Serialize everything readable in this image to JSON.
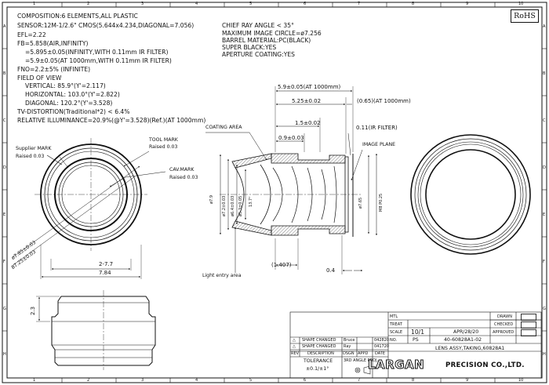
{
  "rohs": "RoHS",
  "grid": {
    "columns": [
      "1",
      "2",
      "3",
      "4",
      "5",
      "6",
      "7",
      "8",
      "9",
      "10"
    ],
    "rows": [
      "A",
      "B",
      "C",
      "D",
      "E",
      "F",
      "G",
      "H"
    ]
  },
  "spec_left": [
    "COMPOSITION:6 ELEMENTS,ALL PLASTIC",
    "SENSOR:12M-1/2.6\" CMOS(5.644x4.234,DIAGONAL=7.056)",
    "EFL=2.22",
    "FB=5.858(AIR,INFINITY)",
    "=5.895±0.05(INFINITY,WITH 0.11mm IR FILTER)",
    "=5.9±0.05(AT 1000mm,WITH 0.11mm IR FILTER)",
    "FNO=2.2±5% (INFINITE)",
    "FIELD OF VIEW",
    "VERTICAL: 85.9°(Y'=2.117)",
    "HORIZONTAL: 103.0°(Y'=2.822)",
    "DIAGONAL: 120.2°(Y'=3.528)",
    "TV-DISTORTION(Traditional*2) < 6.4%",
    "RELATIVE ILLUMINANCE=20.9%(@Y'=3.528)(Ref.)(AT 1000mm)"
  ],
  "spec_right": [
    "CHIEF RAY ANGLE < 35°",
    "MAXIMUM IMAGE CIRCLE=ø7.256",
    "BARREL MATERIAL:PC(BLACK)",
    "SUPER BLACK:YES",
    "APERTURE COATING:YES"
  ],
  "front_view": {
    "supplier_mark": "Supplier MARK",
    "supplier_raised": "Raised 0.03",
    "tool_mark": "TOOL MARK",
    "tool_raised": "Raised 0.03",
    "cav_mark": "CAV.MARK",
    "cav_raised": "Raised 0.03",
    "dia_outer": "ø7.85±0.03",
    "dia_inner": "ø7.25±0.03",
    "dim_width_inner": "2-7.7",
    "dim_width_outer": "7.84"
  },
  "side_view": {
    "dim_height": "2.3"
  },
  "section_view": {
    "dim_total": "5.9±0.05(AT 1000mm)",
    "dim_barrel": "5.25±0.02",
    "dim_gap": "(0.65)(AT 1000mm)",
    "dim_15": "1.5±0.02",
    "dim_09": "0.9±0.03",
    "ir_filter": "0.11(IR FILTER)",
    "coating_area": "COATING AREA",
    "image_plane": "IMAGE PLANE",
    "light_entry": "Light entry area",
    "dim_1407": "(1.407)",
    "dim_04": "0.4",
    "d_79": "ø7.9",
    "d_72": "ø7.2±0.03",
    "d_64": "ø6.4±0.03",
    "d_53": "ø5.3±0.05",
    "d_137": "13.7°",
    "d_765": "ø7.65",
    "thread": "M8 P0.25"
  },
  "title_block": {
    "revisions": [
      {
        "mark": "△",
        "desc": "SHAPE CHANGED",
        "dsgn": "Bruce",
        "date": "042820"
      },
      {
        "mark": "△",
        "desc": "SHAPE CHANGED",
        "dsgn": "Ray",
        "date": "041720"
      }
    ],
    "rev_headers": [
      "REV",
      "DESCRIPTION",
      "DSGN",
      "APPD",
      "DATE"
    ],
    "tolerance_label": "TOLERANCE",
    "tolerance_value": "±0.1/±1°",
    "projection": "3RD ANGLE PROJ.",
    "mtl": "MTL",
    "treat": "TREAT",
    "scale_label": "SCALE",
    "scale_value": "10/1",
    "date_value": "APR/28/20",
    "no_label": "NO.",
    "no_value": "PS",
    "part_no": "40-60828A1-02",
    "title": "LENS ASSY,TAKING,60828A1",
    "drawn": "DRAWN",
    "checked": "CHECKED",
    "approved": "APPROVED",
    "company": "LARGAN",
    "company_suffix": "PRECISION CO.,LTD."
  }
}
